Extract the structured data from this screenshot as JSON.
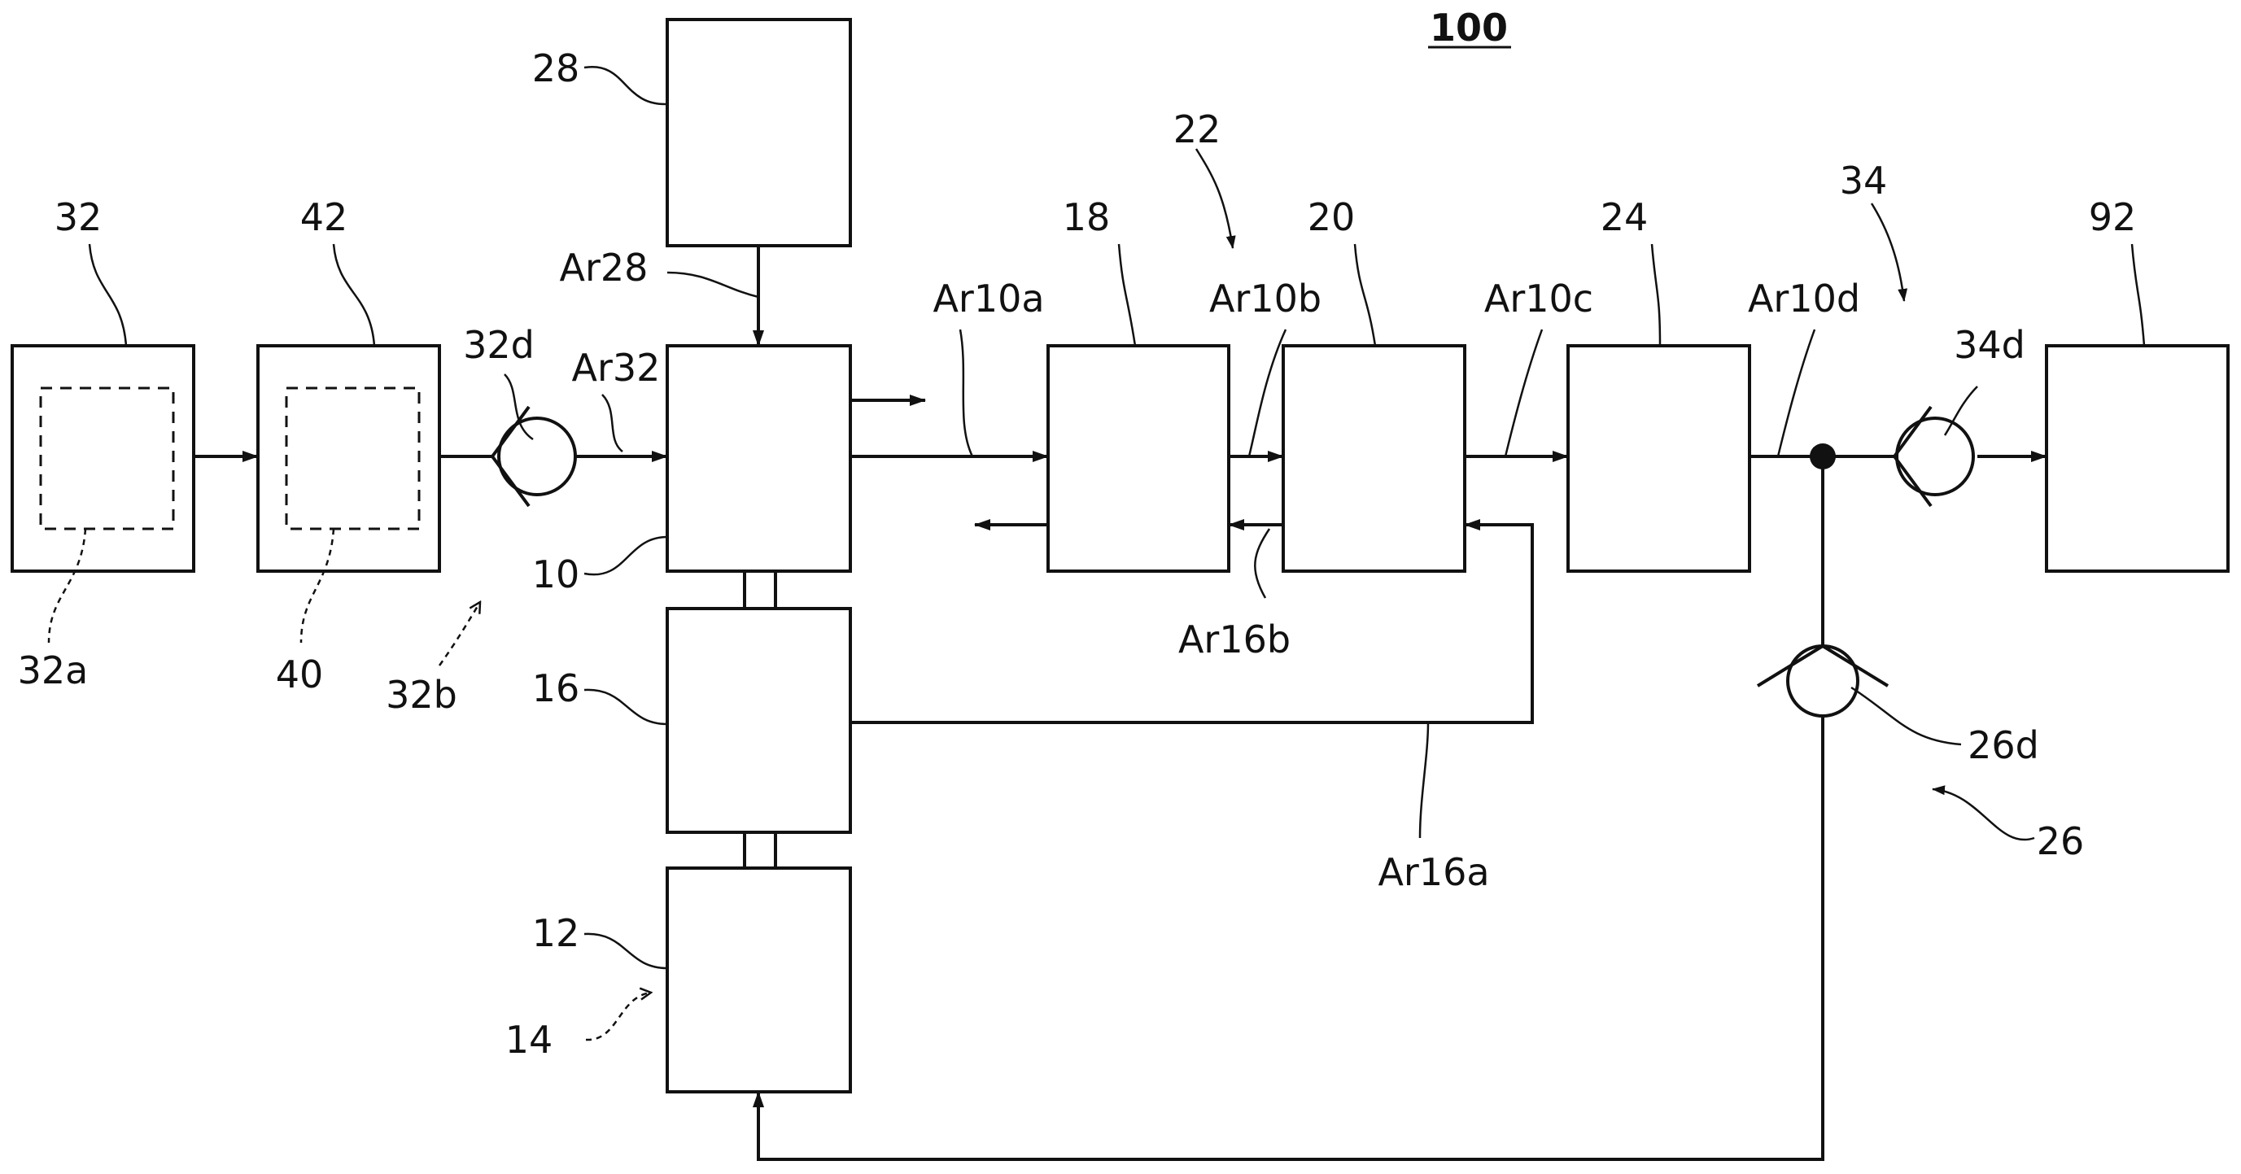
{
  "title": "100",
  "blocks": {
    "b32": "32",
    "b32a": "32a",
    "b42": "42",
    "b40": "40",
    "b32b": "32b",
    "b32d": "32d",
    "b28": "28",
    "b10": "10",
    "b16": "16",
    "b12": "12",
    "b14": "14",
    "b18": "18",
    "b20": "20",
    "b22": "22",
    "b24": "24",
    "b34": "34",
    "b34d": "34d",
    "b92": "92",
    "b26": "26",
    "b26d": "26d"
  },
  "arrows": {
    "ar28": "Ar28",
    "ar32": "Ar32",
    "ar10a": "Ar10a",
    "ar10b": "Ar10b",
    "ar10c": "Ar10c",
    "ar10d": "Ar10d",
    "ar16a": "Ar16a",
    "ar16b": "Ar16b"
  }
}
